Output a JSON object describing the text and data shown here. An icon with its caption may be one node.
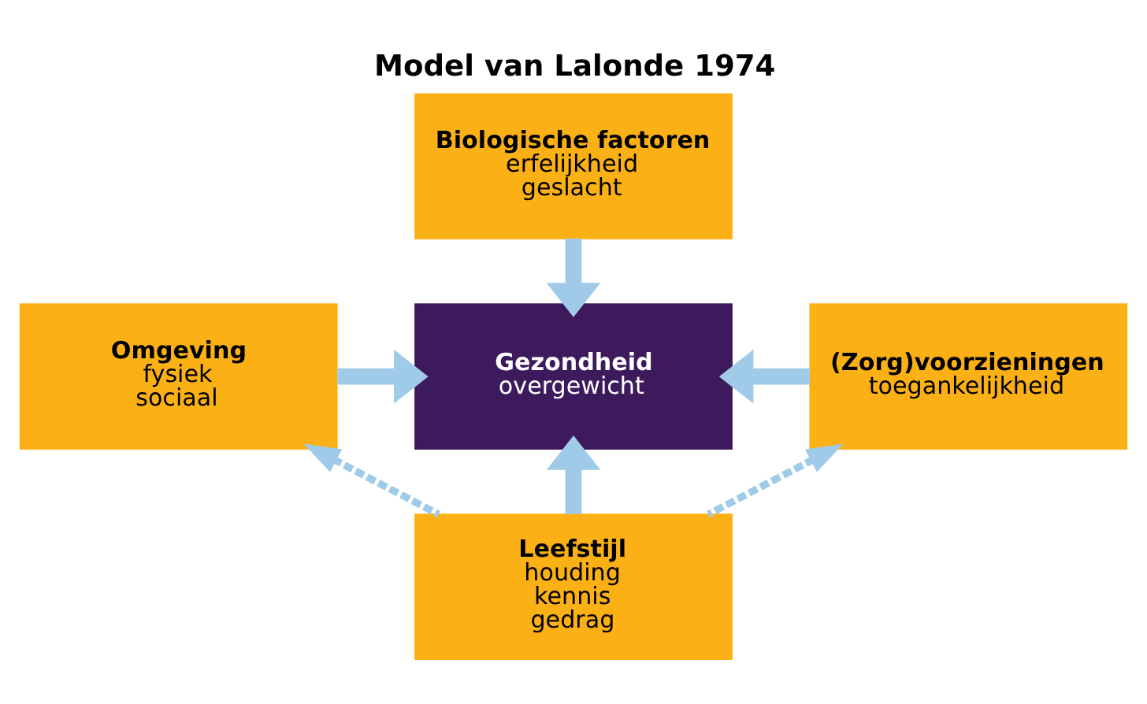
{
  "diagram": {
    "title": "Model van Lalonde 1974",
    "nodes": [
      {
        "text": [
          "Biologische factoren",
          "erfelijkheid",
          "geslacht"
        ]
      },
      {
        "text": [
          "Omgeving",
          "fysiek",
          "sociaal"
        ]
      },
      {
        "text": [
          "Gezondheid",
          "overgewicht"
        ]
      },
      {
        "text": [
          "(Zorg)voorzieningen",
          "toegankelijkheid"
        ]
      },
      {
        "text": [
          "Leefstijl",
          "houding",
          "kennis",
          "gedrag"
        ]
      }
    ],
    "edges": [
      {
        "from": 0,
        "to": 2,
        "arrow": "to"
      },
      {
        "from": 1,
        "to": 2,
        "arrow": "to"
      },
      {
        "from": 3,
        "to": 2,
        "arrow": "to"
      },
      {
        "from": 4,
        "to": 2,
        "arrow": "to"
      },
      {
        "from": 4,
        "to": 1,
        "arrow": "to",
        "style": "dashed"
      },
      {
        "from": 4,
        "to": 3,
        "arrow": "to",
        "style": "dashed"
      }
    ]
  }
}
